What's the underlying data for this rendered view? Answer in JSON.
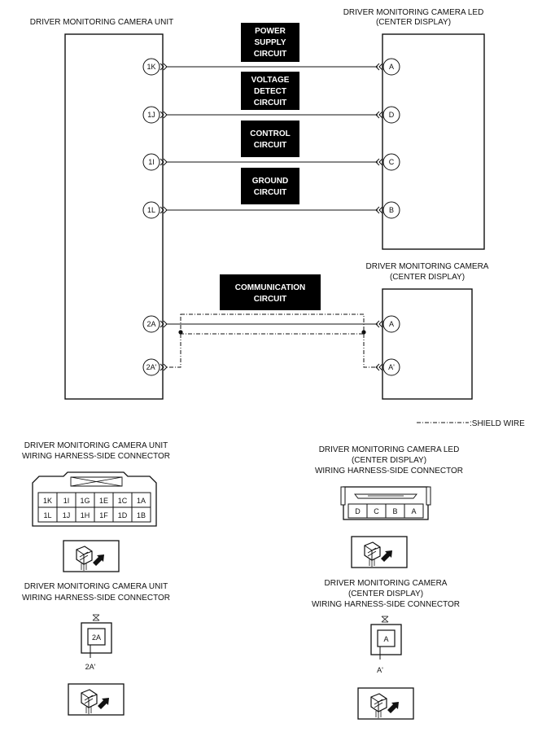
{
  "units": {
    "unit": "DRIVER MONITORING CAMERA UNIT",
    "led": [
      "DRIVER MONITORING CAMERA LED",
      "(CENTER DISPLAY)"
    ],
    "camera": [
      "DRIVER MONITORING CAMERA",
      "(CENTER DISPLAY)"
    ]
  },
  "circuits": {
    "power": [
      "POWER",
      "SUPPLY",
      "CIRCUIT"
    ],
    "voltage": [
      "VOLTAGE",
      "DETECT",
      "CIRCUIT"
    ],
    "control": [
      "CONTROL",
      "CIRCUIT"
    ],
    "ground": [
      "GROUND",
      "CIRCUIT"
    ],
    "communication": [
      "COMMUNICATION",
      "CIRCUIT"
    ]
  },
  "pins": {
    "unit_1k": "1K",
    "unit_1j": "1J",
    "unit_1i": "1I",
    "unit_1l": "1L",
    "unit_2a": "2A",
    "unit_2a_shield": "2A'",
    "led_a": "A",
    "led_d": "D",
    "led_c": "C",
    "led_b": "B",
    "cam_a": "A",
    "cam_a_shield": "A'"
  },
  "legend": {
    "shield": ":SHIELD WIRE"
  },
  "connectors": {
    "unit1_title": [
      "DRIVER MONITORING CAMERA UNIT",
      "WIRING HARNESS-SIDE CONNECTOR"
    ],
    "unit1_row1": [
      "1K",
      "1I",
      "1G",
      "1E",
      "1C",
      "1A"
    ],
    "unit1_row2": [
      "1L",
      "1J",
      "1H",
      "1F",
      "1D",
      "1B"
    ],
    "led_title": [
      "DRIVER MONITORING CAMERA LED",
      "(CENTER DISPLAY)",
      "WIRING HARNESS-SIDE CONNECTOR"
    ],
    "led_row": [
      "D",
      "C",
      "B",
      "A"
    ],
    "unit2_title": [
      "DRIVER MONITORING CAMERA UNIT",
      "WIRING HARNESS-SIDE CONNECTOR"
    ],
    "unit2_pin": "2A",
    "unit2_pin_shield": "2A'",
    "cam_title": [
      "DRIVER MONITORING CAMERA",
      "(CENTER DISPLAY)",
      "WIRING HARNESS-SIDE CONNECTOR"
    ],
    "cam_pin": "A",
    "cam_pin_shield": "A'"
  },
  "colors": {
    "circuit_box": "#000000",
    "line": "#111111"
  }
}
